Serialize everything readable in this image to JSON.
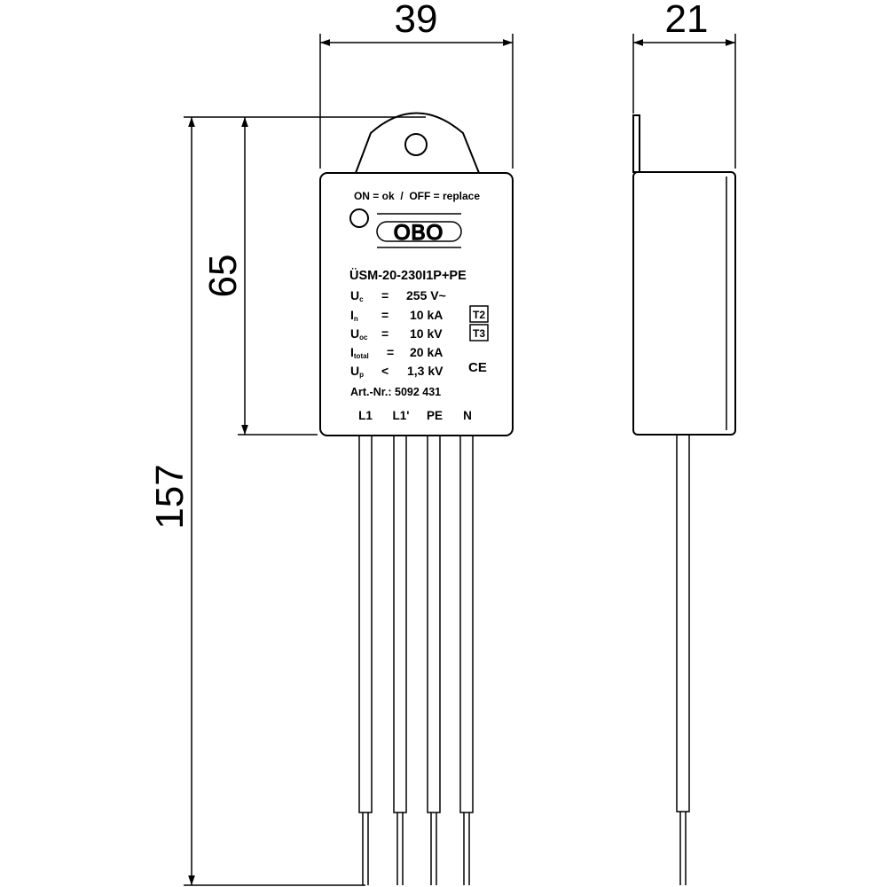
{
  "dimensions": {
    "width": "39",
    "depth": "21",
    "body_height": "65",
    "total_height": "157"
  },
  "label": {
    "status_text": "ON = ok  /  OFF = replace",
    "brand": "OBO",
    "model": "ÜSM-20-230I1P+PE",
    "specs": [
      {
        "sym": "U",
        "sub": "c",
        "op": "=",
        "val": "255 V~"
      },
      {
        "sym": "I",
        "sub": "n",
        "op": "=",
        "val": "10 kA"
      },
      {
        "sym": "U",
        "sub": "oc",
        "op": "=",
        "val": "10 kV"
      },
      {
        "sym": "I",
        "sub": "total",
        "op": "=",
        "val": "20 kA"
      },
      {
        "sym": "U",
        "sub": "p",
        "op": "<",
        "val": "1,3 kV"
      }
    ],
    "type_marks": [
      "T2",
      "T3"
    ],
    "ce_mark": "CE",
    "art_nr": "Art.-Nr.: 5092 431",
    "terminals": [
      "L1",
      "L1'",
      "PE",
      "N"
    ]
  }
}
